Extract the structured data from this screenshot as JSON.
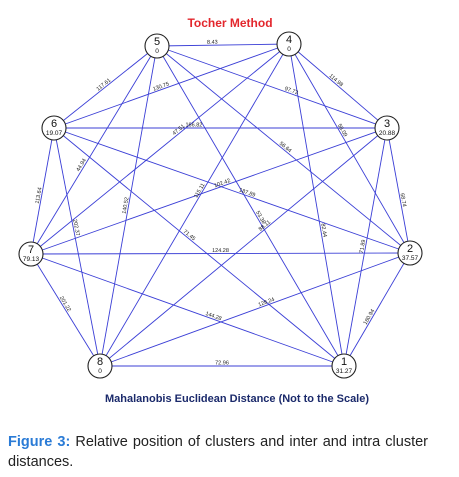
{
  "diagram": {
    "title": "Tocher Method",
    "subtitle": "Mahalanobis Euclidean Distance (Not to the Scale)",
    "edge_color": "#3b3fd6",
    "title_color": "#e3262c",
    "subtitle_color": "#1b2a6b",
    "nodes": [
      {
        "id": "1",
        "value": "31.27"
      },
      {
        "id": "2",
        "value": "37.57"
      },
      {
        "id": "3",
        "value": "20.88"
      },
      {
        "id": "4",
        "value": "0"
      },
      {
        "id": "5",
        "value": "0"
      },
      {
        "id": "6",
        "value": "19.07"
      },
      {
        "id": "7",
        "value": "79.13"
      },
      {
        "id": "8",
        "value": "0"
      }
    ],
    "edges": [
      {
        "from": "5",
        "to": "4",
        "label": "8.43"
      },
      {
        "from": "5",
        "to": "6",
        "label": "117.61"
      },
      {
        "from": "5",
        "to": "3",
        "label": "97.73"
      },
      {
        "from": "4",
        "to": "3",
        "label": "114.98"
      },
      {
        "from": "4",
        "to": "6",
        "label": "130.75"
      },
      {
        "from": "6",
        "to": "3",
        "label": "166.82"
      },
      {
        "from": "5",
        "to": "2",
        "label": "56.64"
      },
      {
        "from": "4",
        "to": "1",
        "label": "82.44"
      },
      {
        "from": "4",
        "to": "8",
        "label": "115.11"
      },
      {
        "from": "6",
        "to": "7",
        "label": "113.64"
      },
      {
        "from": "6",
        "to": "8",
        "label": "202.37"
      },
      {
        "from": "5",
        "to": "8",
        "label": "140.52"
      },
      {
        "from": "5",
        "to": "7",
        "label": "44.94"
      },
      {
        "from": "6",
        "to": "1",
        "label": "71.45"
      },
      {
        "from": "6",
        "to": "2",
        "label": "187.89"
      },
      {
        "from": "4",
        "to": "7",
        "label": "47.51"
      },
      {
        "from": "3",
        "to": "1",
        "label": "71.89"
      },
      {
        "from": "3",
        "to": "2",
        "label": "68.74"
      },
      {
        "from": "3",
        "to": "7",
        "label": "102.42"
      },
      {
        "from": "5",
        "to": "1",
        "label": "53.38"
      },
      {
        "from": "4",
        "to": "2",
        "label": "58.09"
      },
      {
        "from": "7",
        "to": "2",
        "label": "124.28"
      },
      {
        "from": "7",
        "to": "1",
        "label": "144.28"
      },
      {
        "from": "7",
        "to": "8",
        "label": "201.22"
      },
      {
        "from": "8",
        "to": "2",
        "label": "128.24"
      },
      {
        "from": "3",
        "to": "8",
        "label": "88.11"
      },
      {
        "from": "8",
        "to": "1",
        "label": "72.96"
      },
      {
        "from": "2",
        "to": "1",
        "label": "180.94"
      }
    ]
  },
  "caption": {
    "label": "Figure 3:",
    "text": " Relative position of clusters and inter and intra cluster distances."
  }
}
